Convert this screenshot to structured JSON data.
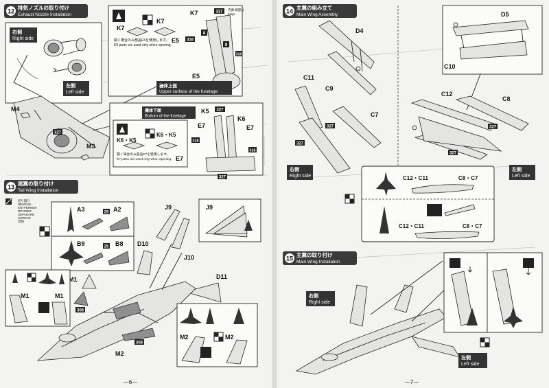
{
  "left_page": {
    "page_number": "—6—",
    "step12": {
      "number": "12",
      "title_jp": "排気ノズルの取り付け",
      "title_en": "Exhaust Nozzle Installation",
      "right_side_jp": "右側",
      "right_side_en": "Right side",
      "left_side_jp": "左側",
      "left_side_en": "Left side",
      "parts": {
        "m4": "M4",
        "m3": "M3",
        "k7": "K7",
        "e5": "E5",
        "e5b": "E5",
        "k7b": "K7",
        "k7c": "K7",
        "k5": "K5",
        "k6": "K6",
        "e7": "E7",
        "e7b": "E7",
        "e7c": "E7",
        "k6k5a": "K6・K5",
        "k6k5b": "K6・K5"
      },
      "numbers": {
        "n327a": "327",
        "n327b": "327",
        "n327c": "327",
        "n327d": "327",
        "n316a": "316",
        "n316b": "316",
        "n316c": "316",
        "n316d": "316",
        "n8a": "8",
        "n8b": "8"
      },
      "upper_jp": "機体上面",
      "upper_en": "Upper surface of the fuselage",
      "bottom_jp": "機体下面",
      "bottom_en": "Bottom of the fuselage",
      "note_e5_jp": "開く場合のみ部品E5を使用します。",
      "note_e5_en": "E5 parts are used only when opening.",
      "note_e7_jp": "開く場合のみ部品E7を使用します。",
      "note_e7_en": "E7 parts are used only when opening.",
      "edge_jp": "内側 縁部分",
      "edge_en": "Edge"
    },
    "step13": {
      "number": "13",
      "title_jp": "尾翼の取り付け",
      "title_en": "Tail Wing Installation",
      "remove_lines": [
        "切り取り",
        "REMOVE",
        "ENTFERNEN",
        "RETIRER",
        "SEPARARE",
        "CORTAR",
        "切除"
      ],
      "parts": {
        "a3": "A3",
        "a2": "A2",
        "b9": "B9",
        "b8": "B8",
        "j9": "J9",
        "j9b": "J9",
        "j10": "J10",
        "d10": "D10",
        "d11": "D11",
        "m1": "M1",
        "m1b": "M1",
        "m1c": "M1",
        "m2": "M2",
        "m2b": "M2",
        "m2c": "M2"
      },
      "numbers": {
        "n25a": "25",
        "n25b": "25",
        "n308a": "308",
        "n308b": "308"
      }
    }
  },
  "right_page": {
    "page_number": "—7—",
    "step14": {
      "number": "14",
      "title_jp": "主翼の組み立て",
      "title_en": "Main Wing Assembly",
      "parts": {
        "d4": "D4",
        "d5": "D5",
        "c9": "C9",
        "c10": "C10",
        "c11": "C11",
        "c7": "C7",
        "c12": "C12",
        "c8": "C8"
      },
      "numbers": {
        "n327a": "327",
        "n327b": "327",
        "n327c": "327",
        "n327d": "327"
      },
      "right_side_jp": "右側",
      "right_side_en": "Right side",
      "left_side_jp": "左側",
      "left_side_en": "Left side",
      "pair_a_left": "C12・C11",
      "pair_a_right": "C8・C7",
      "pair_b_left": "C12・C11",
      "pair_b_right": "C8・C7"
    },
    "step15": {
      "number": "15",
      "title_jp": "主翼の取り付け",
      "title_en": "Main Wing Installation",
      "right_side_jp": "右側",
      "right_side_en": "Right side",
      "left_side_jp": "左側",
      "left_side_en": "Left side"
    }
  },
  "colors": {
    "ink": "#222222",
    "paper": "#f3f3f1",
    "header_bg": "#3a3a3a"
  }
}
